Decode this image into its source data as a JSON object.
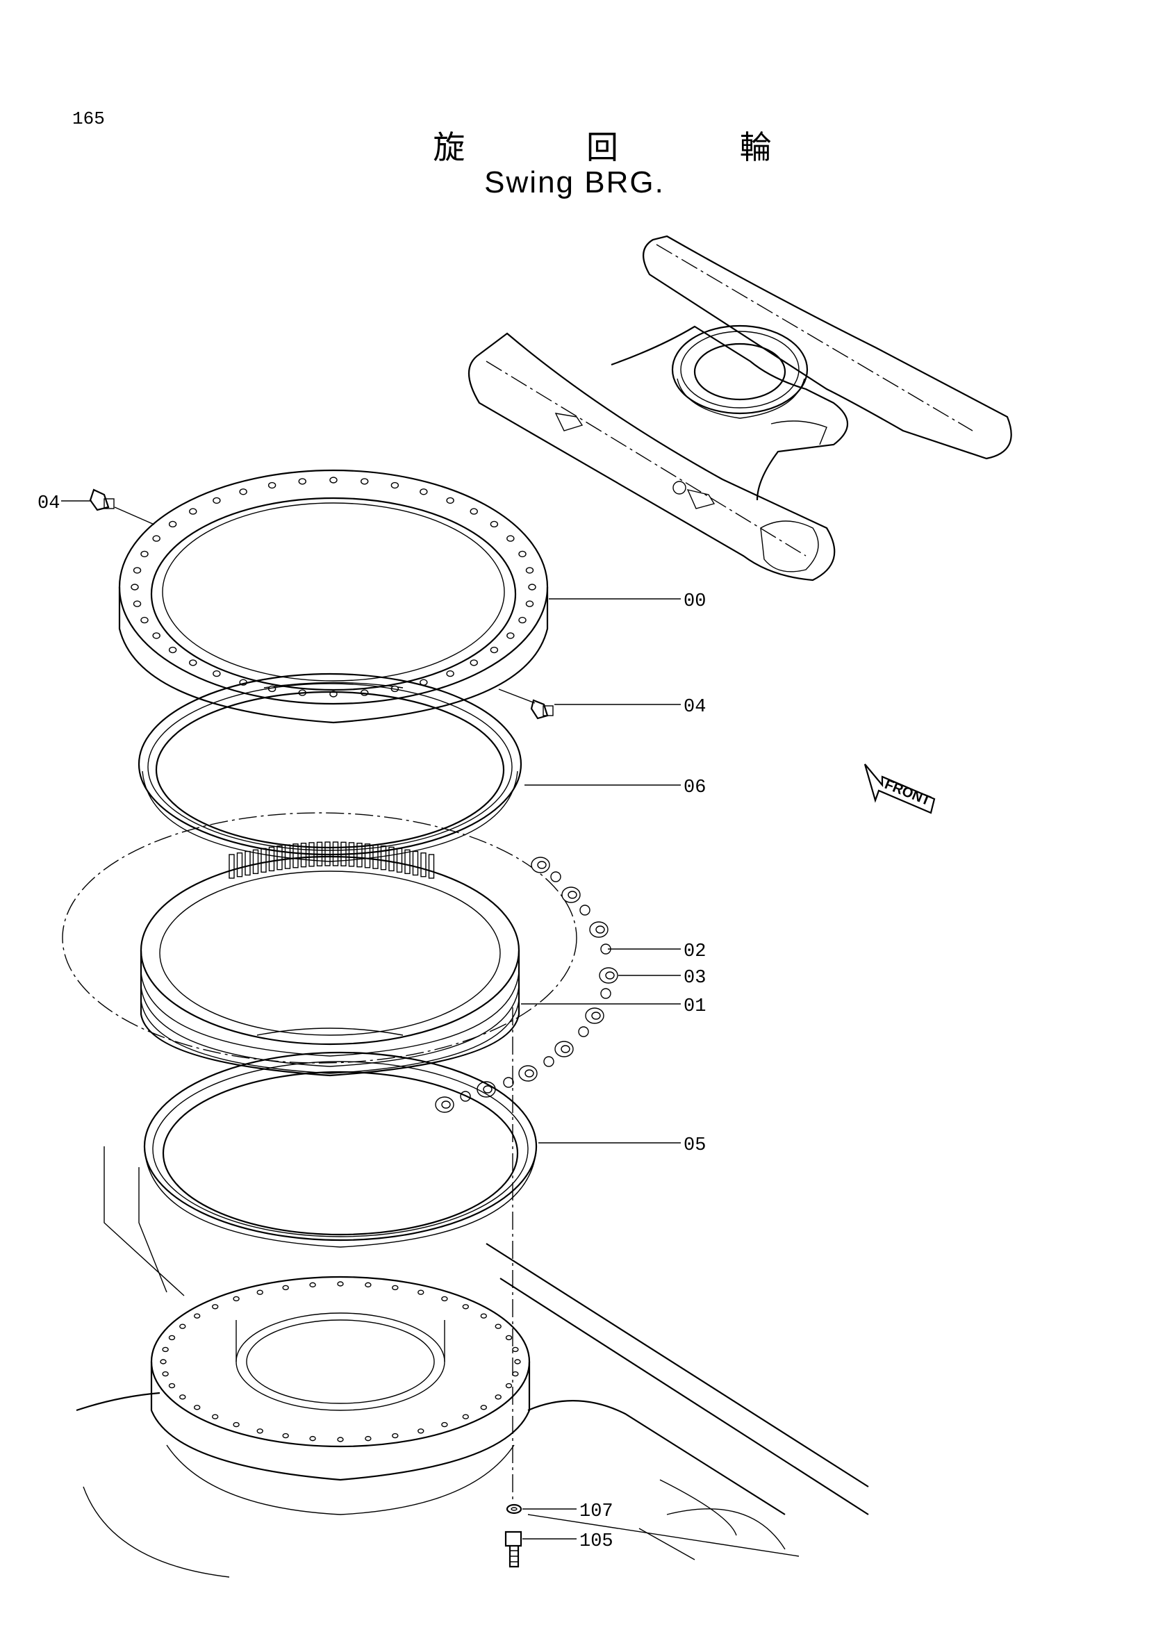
{
  "page": {
    "number": "165"
  },
  "title": {
    "japanese": "旋 回 輪",
    "english": "Swing BRG."
  },
  "front_arrow_label": "FRONT",
  "callouts": [
    {
      "id": "outer-ring-callout",
      "label": "00"
    },
    {
      "id": "grease-fitting-top-callout",
      "label": "04"
    },
    {
      "id": "grease-fitting-side-callout",
      "label": "04"
    },
    {
      "id": "upper-seal-callout",
      "label": "06"
    },
    {
      "id": "ball-callout",
      "label": "02"
    },
    {
      "id": "roller-callout",
      "label": "03"
    },
    {
      "id": "inner-ring-callout",
      "label": "01"
    },
    {
      "id": "lower-seal-callout",
      "label": "05"
    },
    {
      "id": "washer-callout",
      "label": "107"
    },
    {
      "id": "bolt-callout",
      "label": "105"
    }
  ]
}
